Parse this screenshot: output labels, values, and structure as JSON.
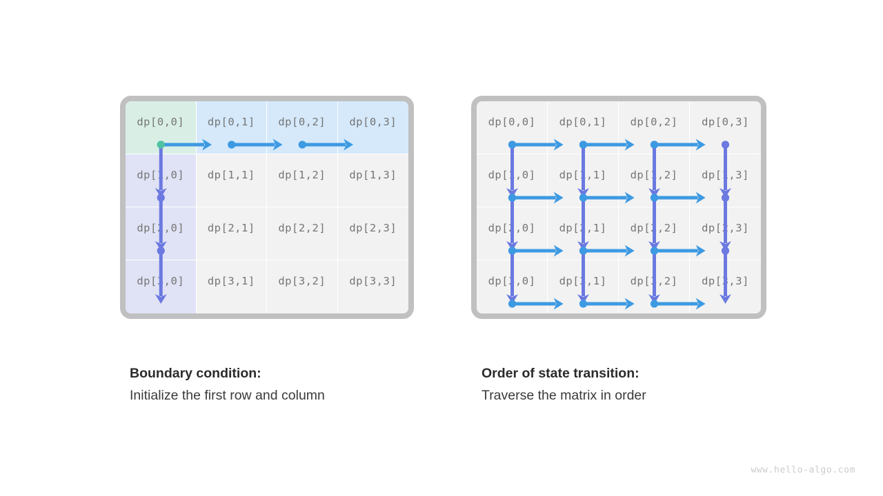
{
  "watermark": "www.hello-algo.com",
  "colors": {
    "frame_border": "#c0c0c0",
    "cell_bg": "#f2f2f2",
    "gridline": "#ffffff",
    "label_text": "#757575",
    "tint_green": "#d9efe6",
    "tint_blue": "#d5e9fb",
    "tint_purple": "#e0e2f5",
    "arrow_horizontal": "#3d9ae2",
    "arrow_vertical": "#6b79e0",
    "dot_start": "#4fc3a1",
    "caption_title": "#2b2b2b",
    "caption_body": "#3a3a3a",
    "watermark_text": "#cccccc"
  },
  "panels": [
    {
      "id": "boundary-condition",
      "caption": {
        "title": "Boundary condition:",
        "body": "Initialize the first row and column"
      },
      "grid": {
        "rows": 4,
        "cols": 4,
        "cells": [
          [
            {
              "label": "dp[0,0]",
              "tint": "green"
            },
            {
              "label": "dp[0,1]",
              "tint": "blue"
            },
            {
              "label": "dp[0,2]",
              "tint": "blue"
            },
            {
              "label": "dp[0,3]",
              "tint": "blue"
            }
          ],
          [
            {
              "label": "dp[1,0]",
              "tint": "purple"
            },
            {
              "label": "dp[1,1]",
              "tint": "none"
            },
            {
              "label": "dp[1,2]",
              "tint": "none"
            },
            {
              "label": "dp[1,3]",
              "tint": "none"
            }
          ],
          [
            {
              "label": "dp[2,0]",
              "tint": "purple"
            },
            {
              "label": "dp[2,1]",
              "tint": "none"
            },
            {
              "label": "dp[2,2]",
              "tint": "none"
            },
            {
              "label": "dp[2,3]",
              "tint": "none"
            }
          ],
          [
            {
              "label": "dp[3,0]",
              "tint": "purple"
            },
            {
              "label": "dp[3,1]",
              "tint": "none"
            },
            {
              "label": "dp[3,2]",
              "tint": "none"
            },
            {
              "label": "dp[3,3]",
              "tint": "none"
            }
          ]
        ]
      },
      "arrows": {
        "horizontal": [
          {
            "row": 0,
            "col": 0,
            "start_dot": "teal"
          },
          {
            "row": 0,
            "col": 1,
            "start_dot": "blue"
          },
          {
            "row": 0,
            "col": 2,
            "start_dot": "blue"
          }
        ],
        "vertical": [
          {
            "row": 0,
            "col": 0,
            "start_dot": "teal"
          },
          {
            "row": 1,
            "col": 0,
            "start_dot": "purple"
          },
          {
            "row": 2,
            "col": 0,
            "start_dot": "purple"
          }
        ]
      }
    },
    {
      "id": "state-transition-order",
      "caption": {
        "title": "Order of state transition:",
        "body": "Traverse the matrix in order"
      },
      "grid": {
        "rows": 4,
        "cols": 4,
        "cells": [
          [
            {
              "label": "dp[0,0]",
              "tint": "none"
            },
            {
              "label": "dp[0,1]",
              "tint": "none"
            },
            {
              "label": "dp[0,2]",
              "tint": "none"
            },
            {
              "label": "dp[0,3]",
              "tint": "none"
            }
          ],
          [
            {
              "label": "dp[1,0]",
              "tint": "none"
            },
            {
              "label": "dp[1,1]",
              "tint": "none"
            },
            {
              "label": "dp[1,2]",
              "tint": "none"
            },
            {
              "label": "dp[1,3]",
              "tint": "none"
            }
          ],
          [
            {
              "label": "dp[2,0]",
              "tint": "none"
            },
            {
              "label": "dp[2,1]",
              "tint": "none"
            },
            {
              "label": "dp[2,2]",
              "tint": "none"
            },
            {
              "label": "dp[2,3]",
              "tint": "none"
            }
          ],
          [
            {
              "label": "dp[3,0]",
              "tint": "none"
            },
            {
              "label": "dp[3,1]",
              "tint": "none"
            },
            {
              "label": "dp[3,2]",
              "tint": "none"
            },
            {
              "label": "dp[3,3]",
              "tint": "none"
            }
          ]
        ]
      },
      "arrows": {
        "horizontal": [
          {
            "row": 0,
            "col": 0,
            "start_dot": "blue"
          },
          {
            "row": 0,
            "col": 1,
            "start_dot": "blue"
          },
          {
            "row": 0,
            "col": 2,
            "start_dot": "blue"
          },
          {
            "row": 1,
            "col": 0,
            "start_dot": "blue"
          },
          {
            "row": 1,
            "col": 1,
            "start_dot": "blue"
          },
          {
            "row": 1,
            "col": 2,
            "start_dot": "blue"
          },
          {
            "row": 2,
            "col": 0,
            "start_dot": "blue"
          },
          {
            "row": 2,
            "col": 1,
            "start_dot": "blue"
          },
          {
            "row": 2,
            "col": 2,
            "start_dot": "blue"
          },
          {
            "row": 3,
            "col": 0,
            "start_dot": "blue"
          },
          {
            "row": 3,
            "col": 1,
            "start_dot": "blue"
          },
          {
            "row": 3,
            "col": 2,
            "start_dot": "blue"
          }
        ],
        "vertical": [
          {
            "row": 0,
            "col": 0,
            "start_dot": "purple"
          },
          {
            "row": 0,
            "col": 1,
            "start_dot": "purple"
          },
          {
            "row": 0,
            "col": 2,
            "start_dot": "purple"
          },
          {
            "row": 0,
            "col": 3,
            "start_dot": "purple"
          },
          {
            "row": 1,
            "col": 0,
            "start_dot": "purple"
          },
          {
            "row": 1,
            "col": 1,
            "start_dot": "purple"
          },
          {
            "row": 1,
            "col": 2,
            "start_dot": "purple"
          },
          {
            "row": 1,
            "col": 3,
            "start_dot": "purple"
          },
          {
            "row": 2,
            "col": 0,
            "start_dot": "purple"
          },
          {
            "row": 2,
            "col": 1,
            "start_dot": "purple"
          },
          {
            "row": 2,
            "col": 2,
            "start_dot": "purple"
          },
          {
            "row": 2,
            "col": 3,
            "start_dot": "purple"
          }
        ]
      }
    }
  ]
}
